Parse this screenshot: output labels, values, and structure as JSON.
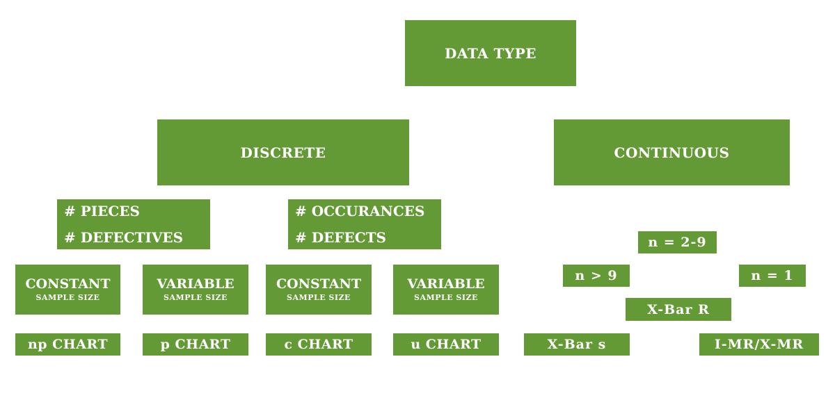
{
  "root": {
    "label": "DATA TYPE"
  },
  "discrete": {
    "label": "DISCRETE",
    "pieces": {
      "line1": "# PIECES",
      "line2": "# DEFECTIVES"
    },
    "occurances": {
      "line1": "# OCCURANCES",
      "line2": "# DEFECTS"
    },
    "sample_boxes": [
      {
        "main": "CONSTANT",
        "sub": "SAMPLE SIZE"
      },
      {
        "main": "VARIABLE",
        "sub": "SAMPLE SIZE"
      },
      {
        "main": "CONSTANT",
        "sub": "SAMPLE SIZE"
      },
      {
        "main": "VARIABLE",
        "sub": "SAMPLE SIZE"
      }
    ],
    "charts": [
      "np CHART",
      "p CHART",
      "c CHART",
      "u CHART"
    ]
  },
  "continuous": {
    "label": "CONTINUOUS",
    "n_2_9": "n = 2-9",
    "n_gt_9": "n > 9",
    "n_eq_1": "n = 1",
    "xbar_r": "X-Bar R",
    "xbar_s": "X-Bar s",
    "imr": "I-MR/X-MR"
  },
  "colors": {
    "box_fill": "#649a36",
    "text": "#ffffff",
    "background": "#ffffff"
  }
}
